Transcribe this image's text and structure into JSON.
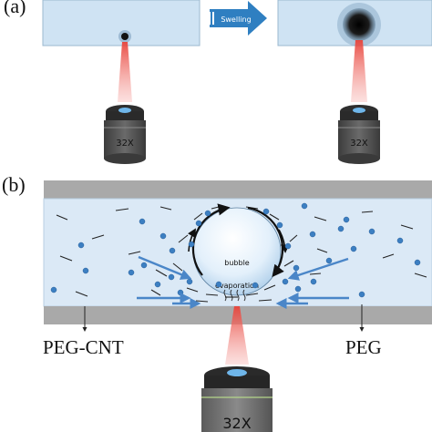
{
  "panels": {
    "a_label": "(a)",
    "b_label": "(b)"
  },
  "labels": {
    "swelling": "Swelling",
    "objective_a_left": "32X",
    "objective_a_right": "32X",
    "objective_b": "32X",
    "bubble": "bubble",
    "evaporation": "evaporation",
    "peg_cnt": "PEG-CNT",
    "peg": "PEG"
  },
  "colors": {
    "fluid": "#cfe3f3",
    "wall": "#a9a9a9",
    "particle": "#3c7fc2",
    "arrow": "#4a86c8",
    "laser": "#e8433a",
    "swelling_arrow": "#2f7fc1"
  }
}
